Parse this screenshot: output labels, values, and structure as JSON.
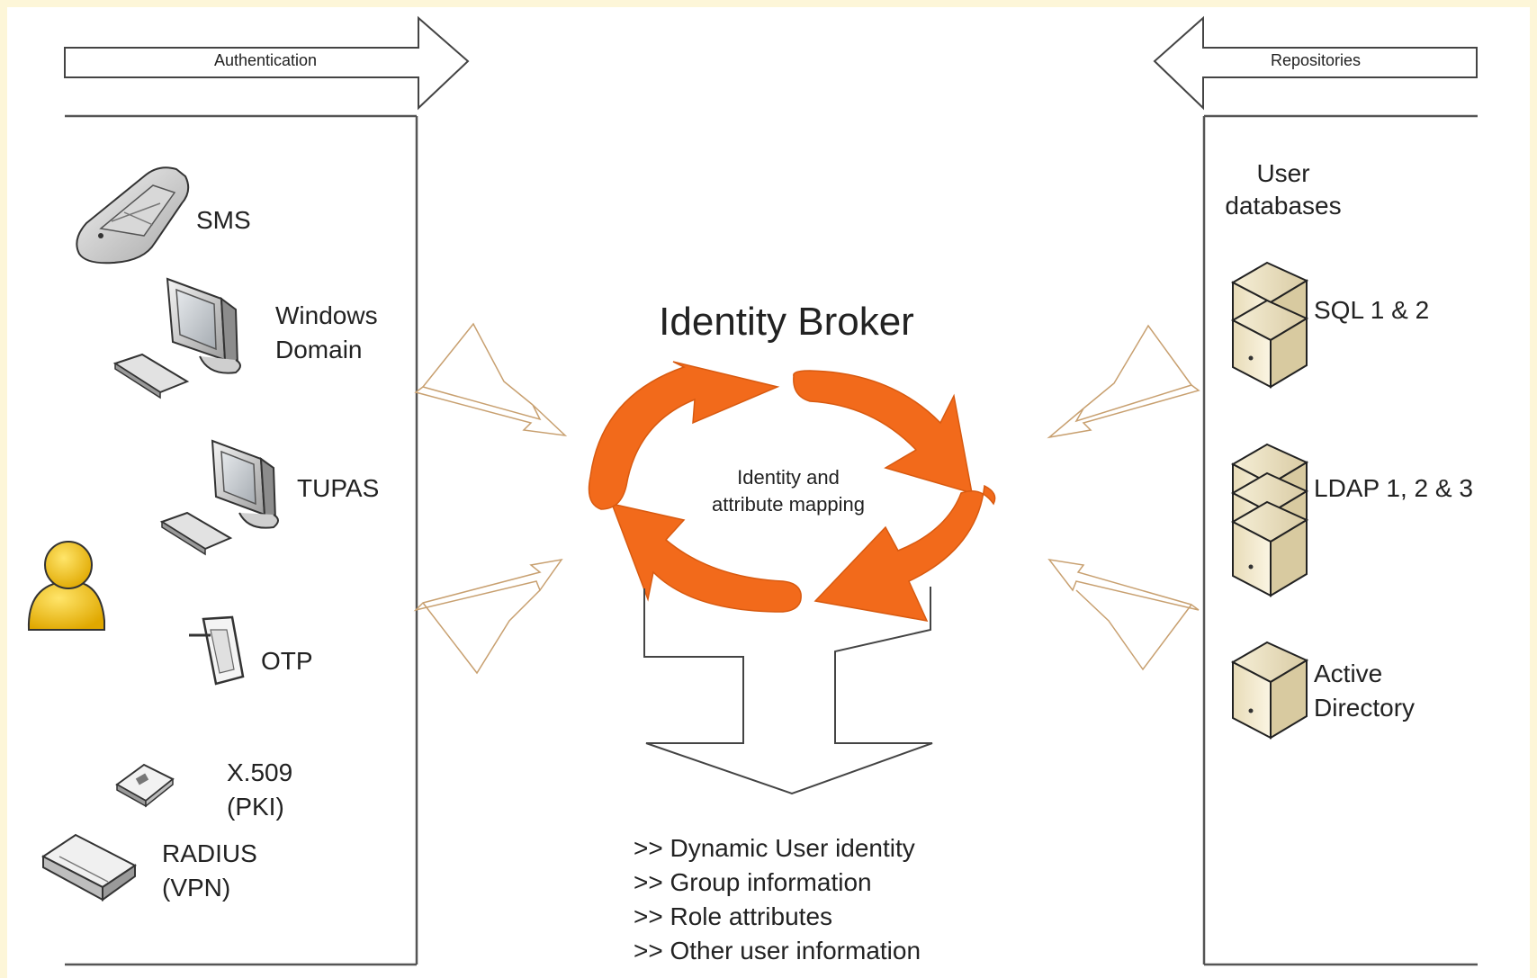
{
  "title": "Identity Broker",
  "center_label": [
    "Identity and",
    "attribute mapping"
  ],
  "header_left": "Authentication",
  "header_right": "Repositories",
  "auth_methods": [
    {
      "id": "sms",
      "icon": "mobile-phone-icon",
      "lines": [
        "SMS"
      ]
    },
    {
      "id": "windows-domain",
      "icon": "desktop-computer-icon",
      "lines": [
        "Windows",
        "Domain"
      ]
    },
    {
      "id": "tupas",
      "icon": "desktop-computer-icon",
      "lines": [
        "TUPAS"
      ]
    },
    {
      "id": "otp",
      "icon": "token-device-icon",
      "lines": [
        "OTP"
      ]
    },
    {
      "id": "x509",
      "icon": "smart-card-icon",
      "lines": [
        "X.509",
        "(PKI)"
      ]
    },
    {
      "id": "radius",
      "icon": "network-device-icon",
      "lines": [
        "RADIUS",
        "(VPN)"
      ]
    }
  ],
  "repositories_heading": [
    "User",
    "databases"
  ],
  "repositories": [
    {
      "id": "sql",
      "icon": "server-icon",
      "lines": [
        "SQL 1 & 2"
      ]
    },
    {
      "id": "ldap",
      "icon": "server-stack-icon",
      "lines": [
        "LDAP 1, 2 & 3"
      ]
    },
    {
      "id": "active-directory",
      "icon": "server-icon",
      "lines": [
        "Active",
        "Directory"
      ]
    }
  ],
  "outputs": [
    ">> Dynamic User identity",
    ">> Group information",
    ">> Role attributes",
    ">> Other user information"
  ],
  "colors": {
    "cycle": "#f26a1b",
    "user": "#f2c21a",
    "arrow_outline": "#c8a070",
    "frame": "#444444"
  }
}
